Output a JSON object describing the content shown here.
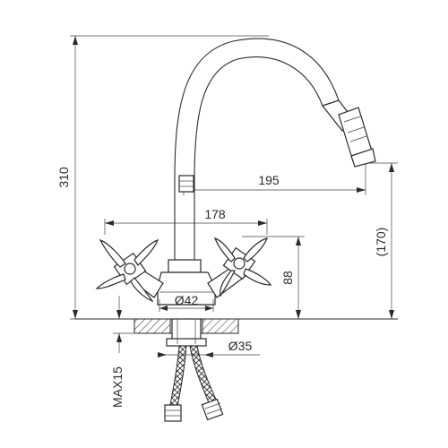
{
  "dimensions": {
    "height_total": "310",
    "spout_reach": "195",
    "handle_span": "178",
    "spout_outlet_height": "(170)",
    "body_height": "88",
    "base_diameter": "Ø42",
    "mount_hole_diameter": "Ø35",
    "max_counter_thickness": "MAX15"
  },
  "colors": {
    "line": "#2a2a2a",
    "background": "#ffffff"
  }
}
